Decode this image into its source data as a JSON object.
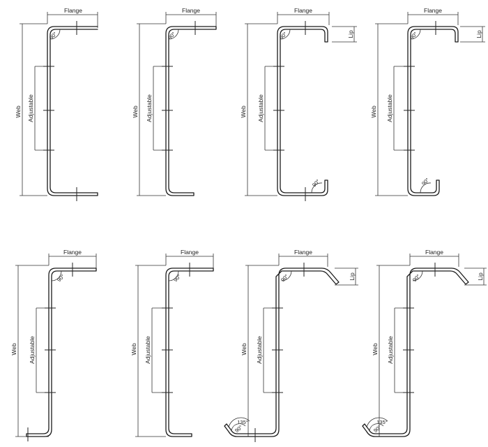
{
  "labels": {
    "flange": "Flange",
    "web": "Web",
    "adjustable": "Adjustable",
    "lip": "Lip",
    "angle_90": "90°",
    "angle_135": "135°"
  },
  "profiles": [
    {
      "id": "c-plain",
      "has_lip": false,
      "return": "none"
    },
    {
      "id": "z-plain",
      "has_lip": false,
      "return": "none"
    },
    {
      "id": "c-lipped",
      "has_lip": true,
      "return": "90"
    },
    {
      "id": "z-lipped",
      "has_lip": true,
      "return": "90"
    },
    {
      "id": "c-plain-2",
      "has_lip": false,
      "return": "none"
    },
    {
      "id": "z-plain-2",
      "has_lip": false,
      "return": "none"
    },
    {
      "id": "c-angled-lip",
      "has_lip": true,
      "return": "135"
    },
    {
      "id": "z-angled-lip",
      "has_lip": true,
      "return": "135"
    }
  ],
  "colors": {
    "line": "#1a1a1a",
    "background": "#ffffff"
  }
}
